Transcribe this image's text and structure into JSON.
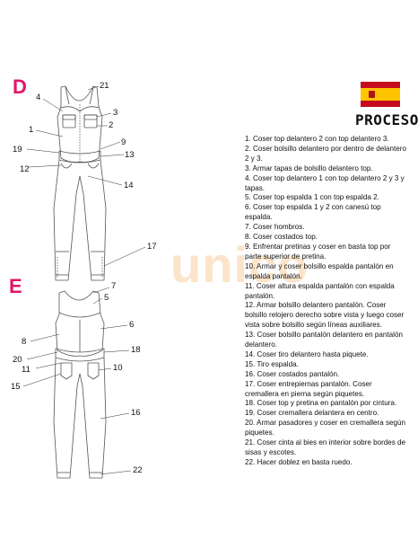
{
  "section_letters": {
    "front": "D",
    "back": "E"
  },
  "header": {
    "title": "PROCESO",
    "flag_icon": "spain-flag-icon"
  },
  "colors": {
    "accent": "#e0156b",
    "watermark": "#f7c48c",
    "line": "#555555"
  },
  "watermark": {
    "text": "unico"
  },
  "front_callouts": [
    "21",
    "4",
    "3",
    "1",
    "2",
    "9",
    "19",
    "13",
    "12",
    "14",
    "17"
  ],
  "back_callouts": [
    "7",
    "5",
    "6",
    "8",
    "18",
    "20",
    "11",
    "10",
    "15",
    "16",
    "22"
  ],
  "steps": [
    "1. Coser top delantero 2 con top delantero 3.",
    "2. Coser bolsillo delantero por dentro de delantero 2 y 3.",
    "3. Armar tapas de bolsillo delantero top.",
    "4. Coser top delantero 1 con top delantero 2 y 3 y tapas.",
    "5. Coser top espalda 1 con top espalda 2.",
    "6. Coser top espalda 1 y 2 con canesú top espalda.",
    "7. Coser hombros.",
    "8. Coser costados top.",
    "9. Enfrentar pretinas y coser en basta top por parte superior de pretina.",
    "10. Armar y coser bolsillo espalda pantalón en espalda pantalón.",
    "11. Coser altura espalda pantalón con espalda pantalón.",
    "12. Armar bolsillo delantero pantalón. Coser bolsillo relojero derecho sobre vista y luego coser vista sobre bolsillo según líneas auxiliares.",
    "13. Coser bolsillo pantalón delantero en pantalón delantero.",
    "14. Coser tiro delantero hasta piquete.",
    "15. Tiro espalda.",
    "16. Coser costados pantalón.",
    "17. Coser entrepiernas pantalón. Coser cremallera en pierna según piquetes.",
    "18. Coser top y pretina en pantalón por cintura.",
    "19. Coser cremallera delantera en centro.",
    "20. Armar pasadores y coser en cremallera según piquetes.",
    "21. Coser cinta al bies en interior sobre bordes de sisas y escotes.",
    "22. Hacer doblez en basta ruedo."
  ]
}
